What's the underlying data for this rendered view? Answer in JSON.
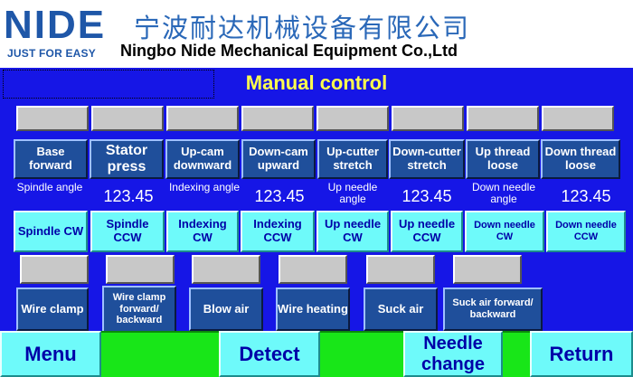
{
  "header": {
    "logo_word": "NIDE",
    "logo_tag": "JUST FOR EASY",
    "cn_title": "宁波耐达机械设备有限公司",
    "en_title": "Ningbo Nide Mechanical Equipment Co.,Ltd"
  },
  "screen": {
    "title": "Manual control"
  },
  "row1_buttons": [
    "Base forward",
    "Stator press",
    "Up-cam downward",
    "Down-cam upward",
    "Up-cutter stretch",
    "Down-cutter stretch",
    "Up thread loose",
    "Down thread loose"
  ],
  "readouts": [
    {
      "label": "Spindle angle",
      "value": "123.45"
    },
    {
      "label": "Indexing angle",
      "value": "123.45"
    },
    {
      "label": "Up needle angle",
      "value": "123.45"
    },
    {
      "label": "Down needle angle",
      "value": "123.45"
    }
  ],
  "row2_buttons": [
    "Spindle CW",
    "Spindle CCW",
    "Indexing CW",
    "Indexing CCW",
    "Up needle CW",
    "Up needle CCW",
    "Down needle CW",
    "Down needle CCW"
  ],
  "row3_buttons": [
    "Wire clamp",
    "Wire clamp forward/ backward",
    "Blow air",
    "Wire heating",
    "Suck air",
    "Suck air forward/ backward"
  ],
  "nav": {
    "menu": "Menu",
    "detect": "Detect",
    "needle_change": "Needle change",
    "return": "Return"
  },
  "colors": {
    "screen_bg": "#1616e6",
    "title_yellow": "#ffff4d",
    "dark_button": "#1f4f9b",
    "cyan_button": "#6efafa",
    "green_bar": "#18e618",
    "indicator_gray": "#c8c8c8",
    "logo_blue": "#1f57a8"
  }
}
